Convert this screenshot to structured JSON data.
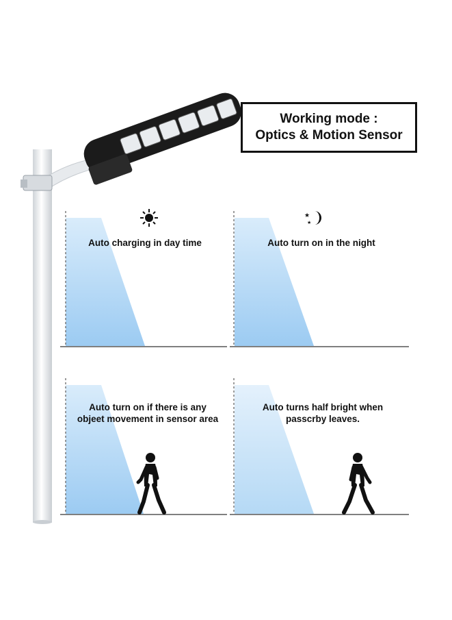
{
  "title": {
    "line1": "Working mode :",
    "line2": "Optics & Motion Sensor"
  },
  "panels": [
    {
      "caption": "Auto charging in day time",
      "icon": "sun-icon"
    },
    {
      "caption": "Auto turn on in the night",
      "icon": "moon-stars-icon"
    },
    {
      "caption_line1": "Auto turn on if there is any",
      "caption_line2": "objeet movement in sensor area",
      "icon": "walking-person-icon"
    },
    {
      "caption_line1": "Auto turns half bright when",
      "caption_line2": "passcrby leaves.",
      "icon": "walking-person-icon"
    }
  ],
  "colors": {
    "light_beam": "#a9d2f3",
    "lamp_body": "#1b1b1b",
    "pole": "#eef0f2",
    "border": "#111111"
  }
}
